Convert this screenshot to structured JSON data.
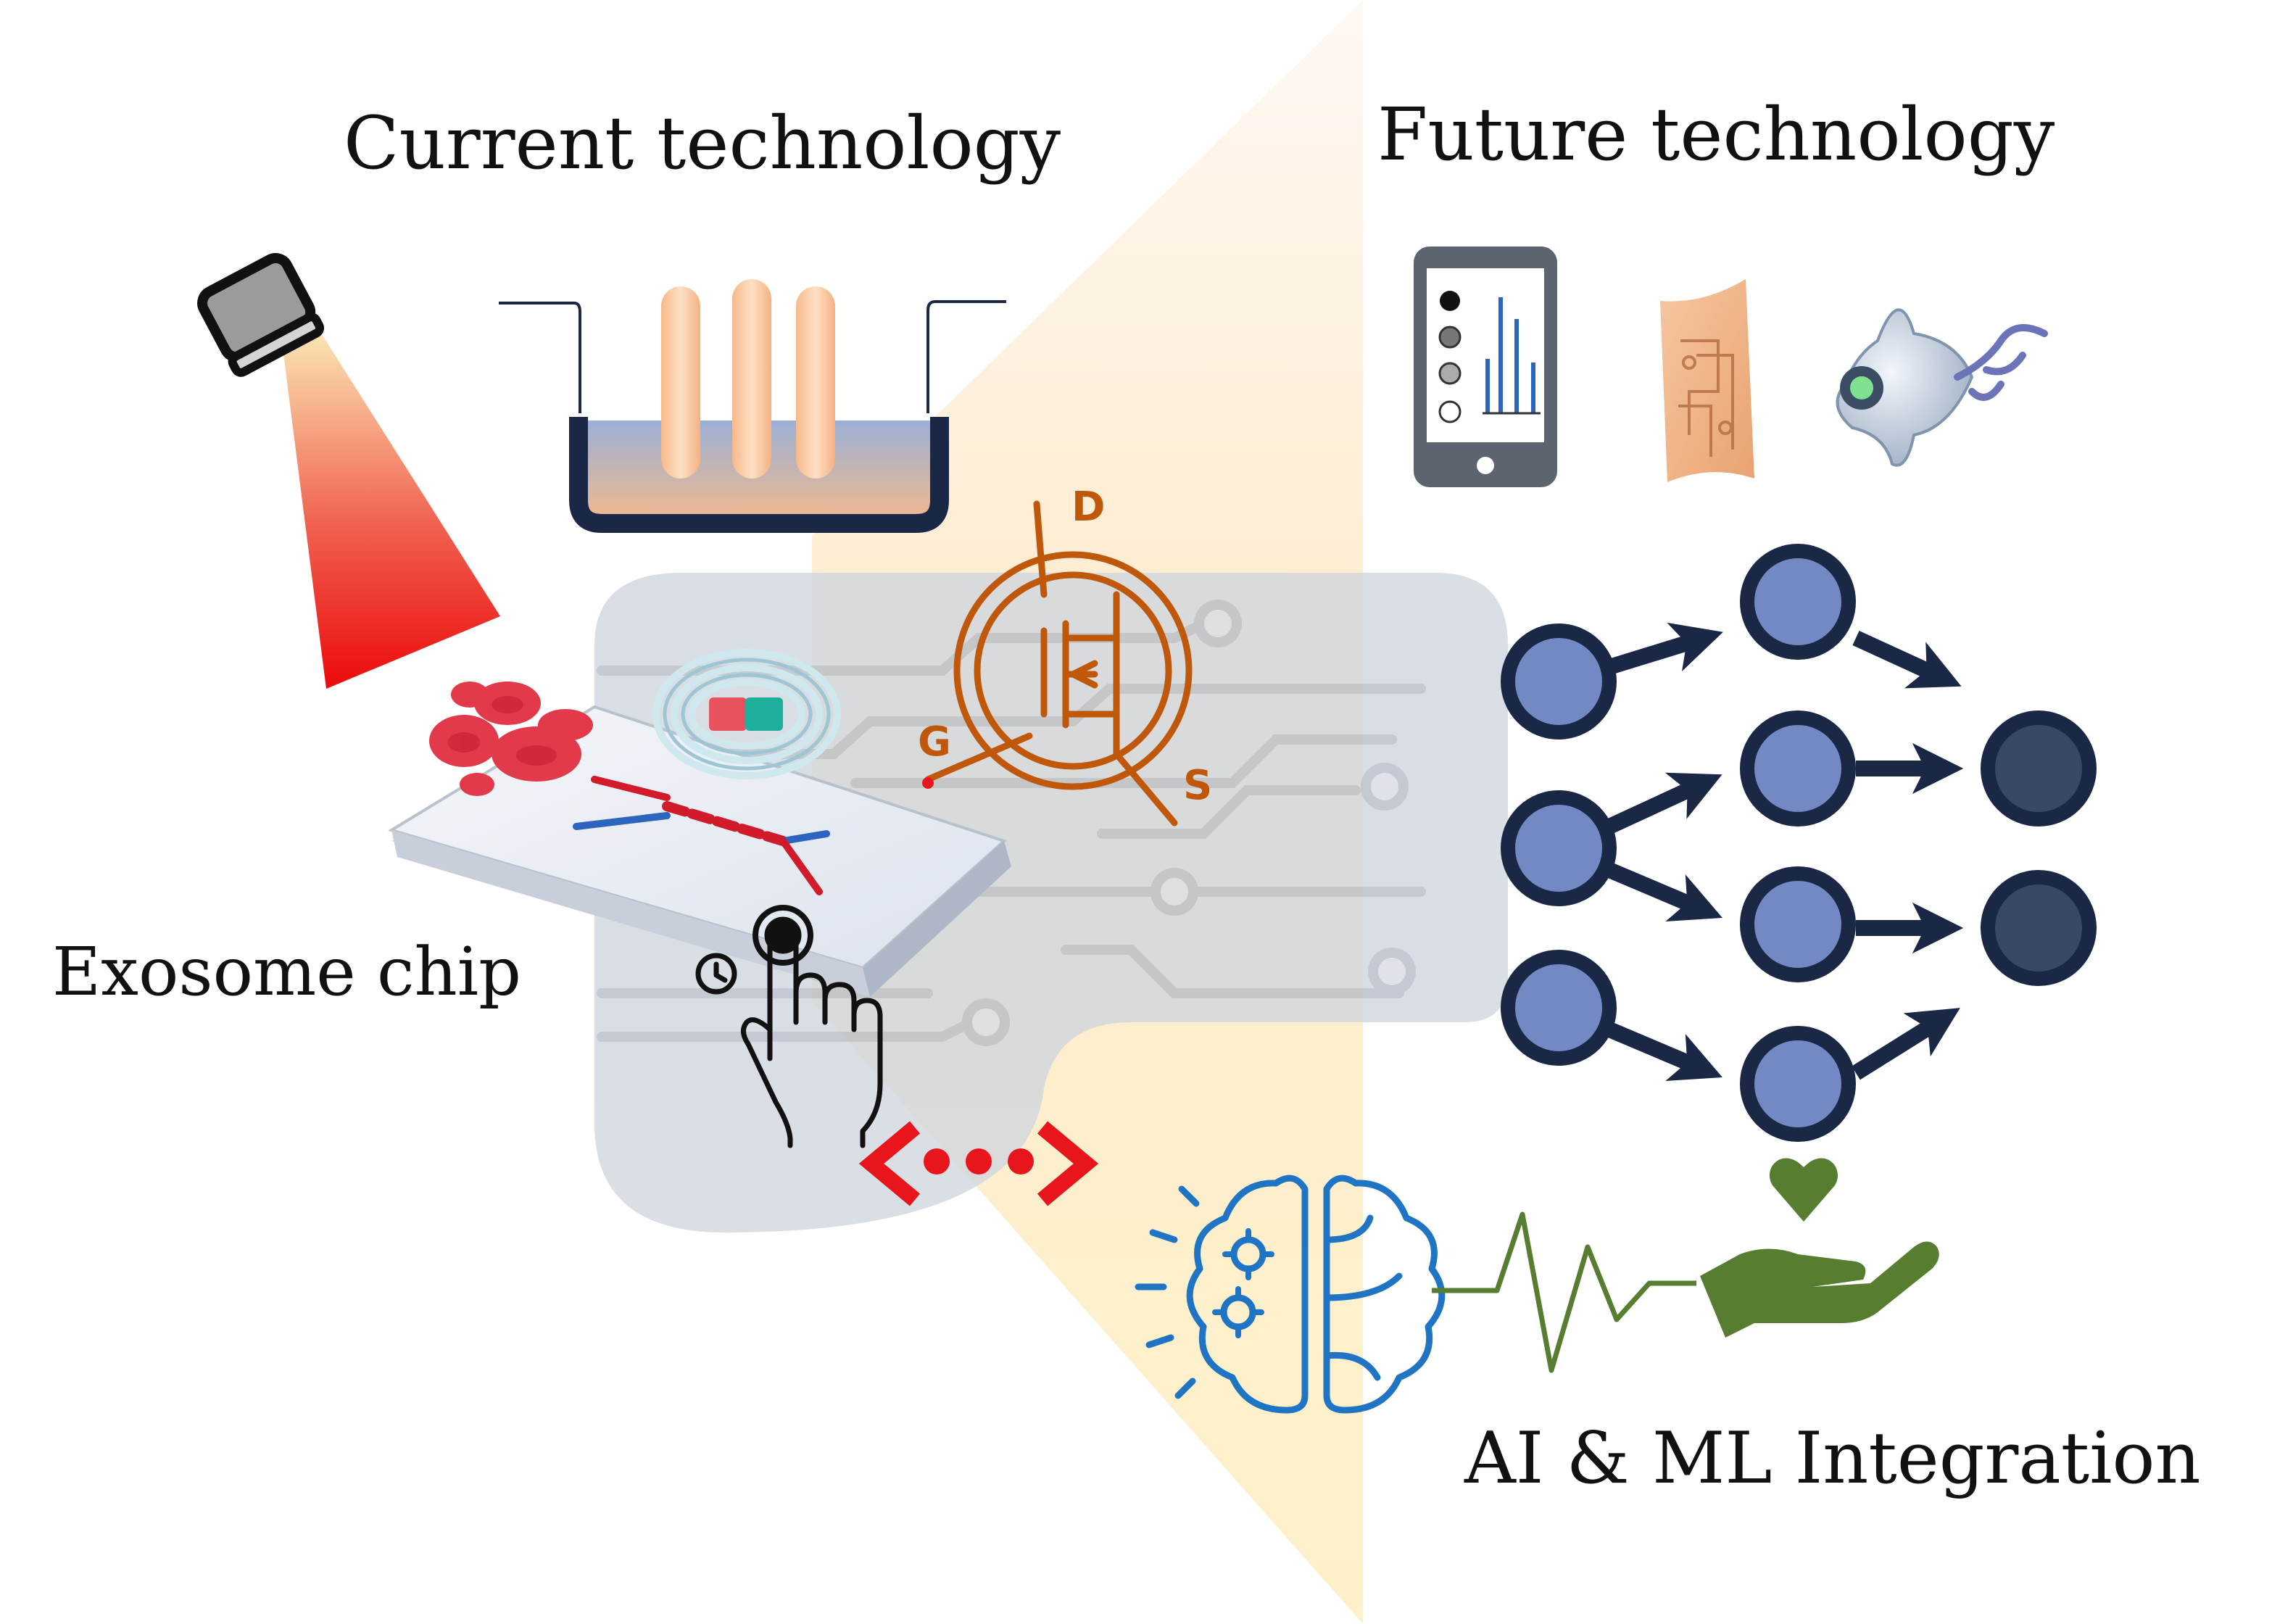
{
  "titles": {
    "current": "Current technology",
    "future": "Future technology",
    "chip": "Exosome chip",
    "ai": "AI & ML Integration"
  },
  "transistor": {
    "drain": "D",
    "gate": "G",
    "source": "S"
  },
  "icons": [
    "flashlight-icon",
    "electrochemical-cell-icon",
    "smartphone-icon",
    "flexible-sensor-icon",
    "microrobot-icon",
    "transistor-icon",
    "magnet-icon",
    "blood-cells-icon",
    "touch-hand-icon",
    "code-brackets-icon",
    "brain-gears-icon",
    "heartbeat-icon",
    "hand-heart-icon"
  ],
  "colors": {
    "navy": "#1a2846",
    "node_fill": "#7289c4",
    "node_dark": "#3a4866",
    "orange": "#c0580c",
    "red": "#e8151c",
    "blue": "#1f74c4",
    "green": "#567d30"
  }
}
